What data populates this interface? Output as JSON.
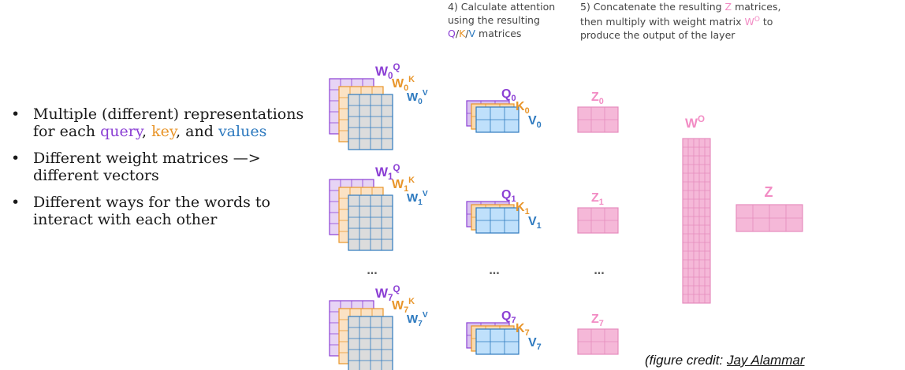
{
  "bullets": [
    {
      "prefix": "Multiple (different) representations for each ",
      "query": "query",
      "sep1": ", ",
      "key": "key",
      "sep2": ", and ",
      "values": "values"
    },
    {
      "text": "Different weight matrices —> different vectors"
    },
    {
      "text": "Different ways for the words to interact with each other"
    }
  ],
  "steps": {
    "step4": {
      "line1": "4) Calculate attention",
      "line2": "using the resulting",
      "q": "Q",
      "k": "K",
      "v": "V",
      "slash": "/",
      "tail": " matrices"
    },
    "step5": {
      "line1a": "5) Concatenate the resulting ",
      "z": "Z",
      "line1b": " matrices,",
      "line2a": "then multiply with weight matrix ",
      "wo": "W",
      "wo_sup": "O",
      "line2b": " to",
      "line3": "produce the output of the layer"
    }
  },
  "heads": [
    {
      "wq": "W",
      "wq_sub": "0",
      "wq_sup": "Q",
      "wk": "W",
      "wk_sub": "0",
      "wk_sup": "K",
      "wv": "W",
      "wv_sub": "0",
      "wv_sup": "V",
      "q": "Q",
      "q_sub": "0",
      "k": "K",
      "k_sub": "0",
      "v": "V",
      "v_sub": "0",
      "z": "Z",
      "z_sub": "0"
    },
    {
      "wq": "W",
      "wq_sub": "1",
      "wq_sup": "Q",
      "wk": "W",
      "wk_sub": "1",
      "wk_sup": "K",
      "wv": "W",
      "wv_sub": "1",
      "wv_sup": "V",
      "q": "Q",
      "q_sub": "1",
      "k": "K",
      "k_sub": "1",
      "v": "V",
      "v_sub": "1",
      "z": "Z",
      "z_sub": "1"
    },
    {
      "wq": "W",
      "wq_sub": "7",
      "wq_sup": "Q",
      "wk": "W",
      "wk_sub": "7",
      "wk_sup": "K",
      "wv": "W",
      "wv_sub": "7",
      "wv_sup": "V",
      "q": "Q",
      "q_sub": "7",
      "k": "K",
      "k_sub": "7",
      "v": "V",
      "v_sub": "7",
      "z": "Z",
      "z_sub": "7"
    }
  ],
  "ellipsis": "...",
  "wo_label": {
    "main": "W",
    "sup": "O"
  },
  "z_label": "Z",
  "credit": {
    "prefix": "(figure credit: ",
    "author": "Jay Alammar"
  },
  "colors": {
    "query": "#8b3fd4",
    "key": "#e8952a",
    "values": "#2e7abf",
    "z": "#f28cc4",
    "w_grey": "#dcdcdc",
    "q_fill": "#d9c2f0",
    "k_fill": "#fbd9ad",
    "v_fill": "#bfe0fb",
    "z_fill": "#f5b8d8"
  }
}
